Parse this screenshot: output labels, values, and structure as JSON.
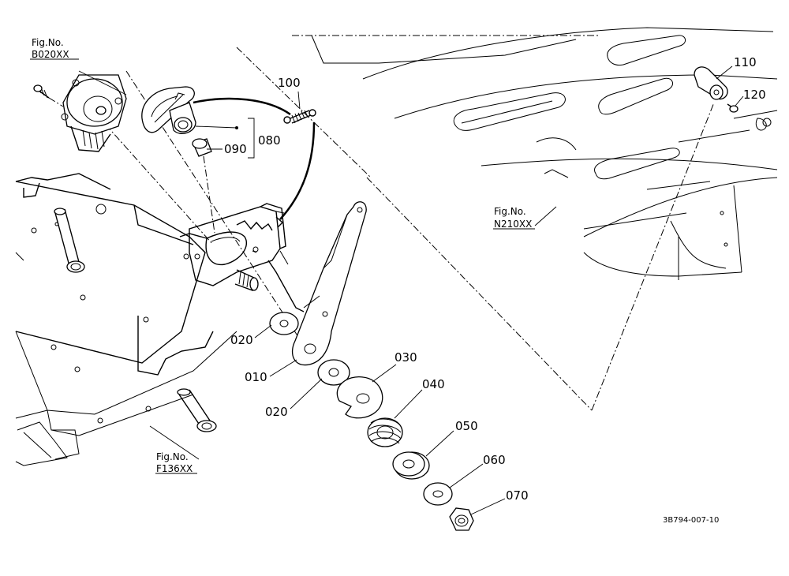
{
  "figure_refs": {
    "top_left": {
      "prefix": "Fig.No.",
      "code": "B020XX"
    },
    "right": {
      "prefix": "Fig.No.",
      "code": "N210XX"
    },
    "bottom": {
      "prefix": "Fig.No.",
      "code": "F136XX"
    }
  },
  "callouts": {
    "c010": "010",
    "c020a": "020",
    "c020b": "020",
    "c030": "030",
    "c040": "040",
    "c050": "050",
    "c060": "060",
    "c070": "070",
    "c080": "080",
    "c090": "090",
    "c100": "100",
    "c110": "110",
    "c120": "120"
  },
  "diagram_code": "3B794-007-10"
}
